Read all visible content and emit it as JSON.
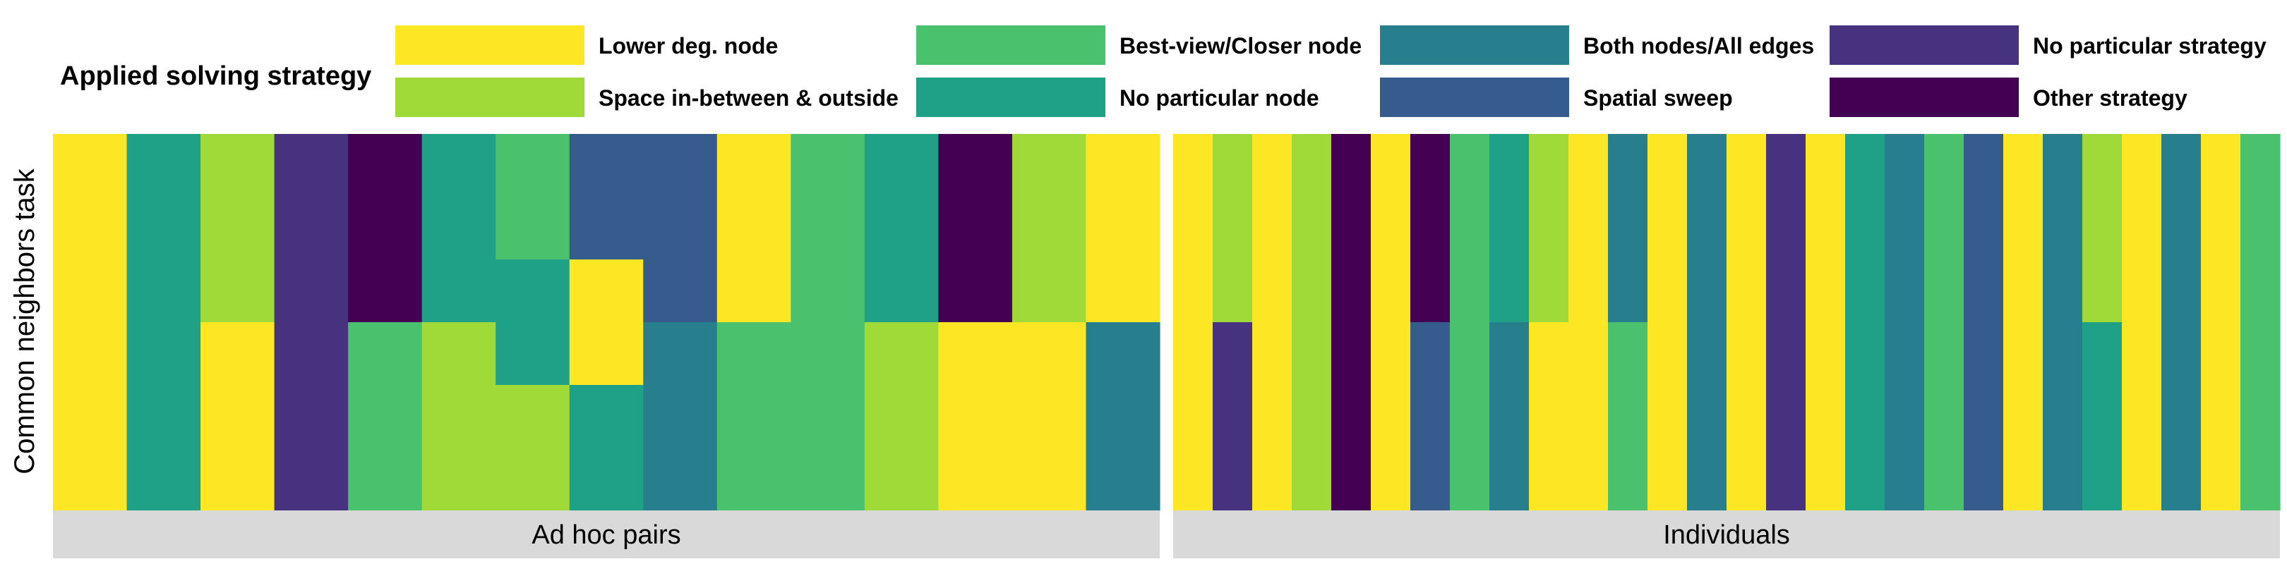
{
  "chart_data": {
    "type": "heatmap",
    "legend": {
      "title": "Applied solving strategy",
      "placement": "top",
      "entries": [
        {
          "key": "lower",
          "label": "Lower deg. node",
          "color": "#fde725"
        },
        {
          "key": "space",
          "label": "Space in-between & outside",
          "color": "#a0da39"
        },
        {
          "key": "bestview",
          "label": "Best-view/Closer node",
          "color": "#4ac16d"
        },
        {
          "key": "noparticularnode",
          "label": "No particular node",
          "color": "#1fa187"
        },
        {
          "key": "bothnodes",
          "label": "Both nodes/All edges",
          "color": "#277f8e"
        },
        {
          "key": "sweep",
          "label": "Spatial sweep",
          "color": "#365c8d"
        },
        {
          "key": "nostrategy",
          "label": "No particular strategy",
          "color": "#46327e"
        },
        {
          "key": "other",
          "label": "Other strategy",
          "color": "#440154"
        }
      ]
    },
    "ylabel": "Common neighbors task",
    "panels": [
      {
        "label": "Ad hoc pairs",
        "rows": 6,
        "columns": [
          [
            [
              "lower",
              6
            ]
          ],
          [
            [
              "noparticularnode",
              6
            ]
          ],
          [
            [
              "space",
              3
            ],
            [
              "lower",
              3
            ]
          ],
          [
            [
              "nostrategy",
              6
            ]
          ],
          [
            [
              "other",
              3
            ],
            [
              "bestview",
              3
            ]
          ],
          [
            [
              "noparticularnode",
              3
            ],
            [
              "space",
              3
            ]
          ],
          [
            [
              "bestview",
              2
            ],
            [
              "noparticularnode",
              2
            ],
            [
              "space",
              2
            ]
          ],
          [
            [
              "sweep",
              2
            ],
            [
              "lower",
              2
            ],
            [
              "noparticularnode",
              2
            ]
          ],
          [
            [
              "sweep",
              3
            ],
            [
              "bothnodes",
              3
            ]
          ],
          [
            [
              "lower",
              3
            ],
            [
              "bestview",
              3
            ]
          ],
          [
            [
              "bestview",
              6
            ]
          ],
          [
            [
              "noparticularnode",
              3
            ],
            [
              "space",
              3
            ]
          ],
          [
            [
              "other",
              3
            ],
            [
              "lower",
              3
            ]
          ],
          [
            [
              "space",
              3
            ],
            [
              "lower",
              3
            ]
          ],
          [
            [
              "lower",
              3
            ],
            [
              "bothnodes",
              3
            ]
          ]
        ]
      },
      {
        "label": "Individuals",
        "rows": 2,
        "columns": [
          [
            [
              "lower",
              2
            ]
          ],
          [
            [
              "space",
              1
            ],
            [
              "nostrategy",
              1
            ]
          ],
          [
            [
              "lower",
              2
            ]
          ],
          [
            [
              "space",
              2
            ]
          ],
          [
            [
              "other",
              2
            ]
          ],
          [
            [
              "lower",
              2
            ]
          ],
          [
            [
              "other",
              1
            ],
            [
              "sweep",
              1
            ]
          ],
          [
            [
              "bestview",
              2
            ]
          ],
          [
            [
              "noparticularnode",
              1
            ],
            [
              "bothnodes",
              1
            ]
          ],
          [
            [
              "space",
              1
            ],
            [
              "lower",
              1
            ]
          ],
          [
            [
              "lower",
              1
            ],
            [
              "lower",
              1
            ]
          ],
          [
            [
              "bothnodes",
              1
            ],
            [
              "bestview",
              1
            ]
          ],
          [
            [
              "lower",
              2
            ]
          ],
          [
            [
              "bothnodes",
              2
            ]
          ],
          [
            [
              "lower",
              2
            ]
          ],
          [
            [
              "nostrategy",
              2
            ]
          ],
          [
            [
              "lower",
              2
            ]
          ],
          [
            [
              "noparticularnode",
              2
            ]
          ],
          [
            [
              "bothnodes",
              2
            ]
          ],
          [
            [
              "bestview",
              2
            ]
          ],
          [
            [
              "sweep",
              2
            ]
          ],
          [
            [
              "lower",
              2
            ]
          ],
          [
            [
              "bothnodes",
              2
            ]
          ],
          [
            [
              "space",
              1
            ],
            [
              "noparticularnode",
              1
            ]
          ],
          [
            [
              "lower",
              2
            ]
          ],
          [
            [
              "bothnodes",
              2
            ]
          ],
          [
            [
              "lower",
              2
            ]
          ],
          [
            [
              "bestview",
              2
            ]
          ]
        ]
      }
    ]
  }
}
